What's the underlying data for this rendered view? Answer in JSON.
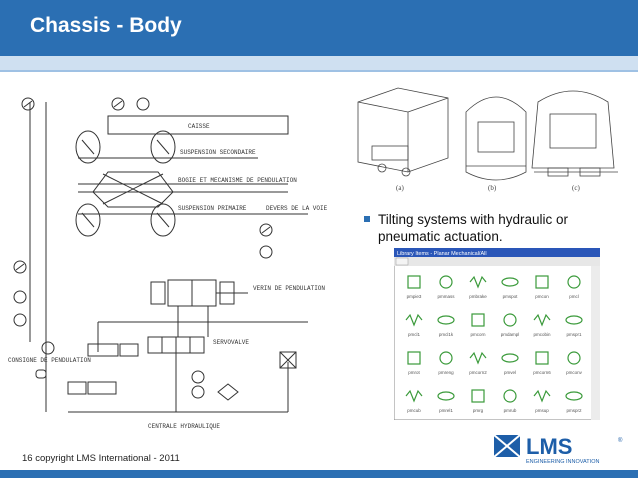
{
  "slide": {
    "title": "Chassis - Body",
    "bullet": "Tilting systems with hydraulic or pneumatic actuation.",
    "footer": "16 copyright LMS International - 2011"
  },
  "schematic": {
    "labels": {
      "caisse": "CAISSE",
      "suspension_secondaire": "SUSPENSION SECONDAIRE",
      "bogie": "BOGIE ET MECANISME DE PENDULATION",
      "suspension_primaire": "SUSPENSION PRIMAIRE",
      "devers": "DEVERS DE LA VOIE",
      "verin": "VERIN DE PENDULATION",
      "consigne": "CONSIGNE DE PENDULATION",
      "servovalve": "SERVOVALVE",
      "centrale": "CENTRALE HYDRAULIQUE"
    }
  },
  "photos": {
    "captions": [
      "(a)",
      "(b)",
      "(c)"
    ]
  },
  "library_window": {
    "title": "Library Items - Planar Mechanical/All",
    "items": [
      "pmpie3",
      "pmmass",
      "pmbrake",
      "pmspot",
      "pmcon",
      "pmcl",
      "pmcl1",
      "pmcl1k",
      "pmcorn",
      "pmdampl",
      "pmcobin",
      "pmspr1",
      "pmrot",
      "pmreng",
      "pmcorn2",
      "pmvel",
      "pmcorn6",
      "pmconv",
      "pmcub",
      "pmrel1",
      "pmrg",
      "pmrub",
      "pmsup",
      "pmspr2"
    ]
  },
  "logo": {
    "brand": "LMS",
    "tagline": "ENGINEERING INNOVATION",
    "mark": "®"
  },
  "colors": {
    "header": "#2b6fb3",
    "logo_blue": "#1d5ea8",
    "library_green": "#3a9a3a"
  }
}
